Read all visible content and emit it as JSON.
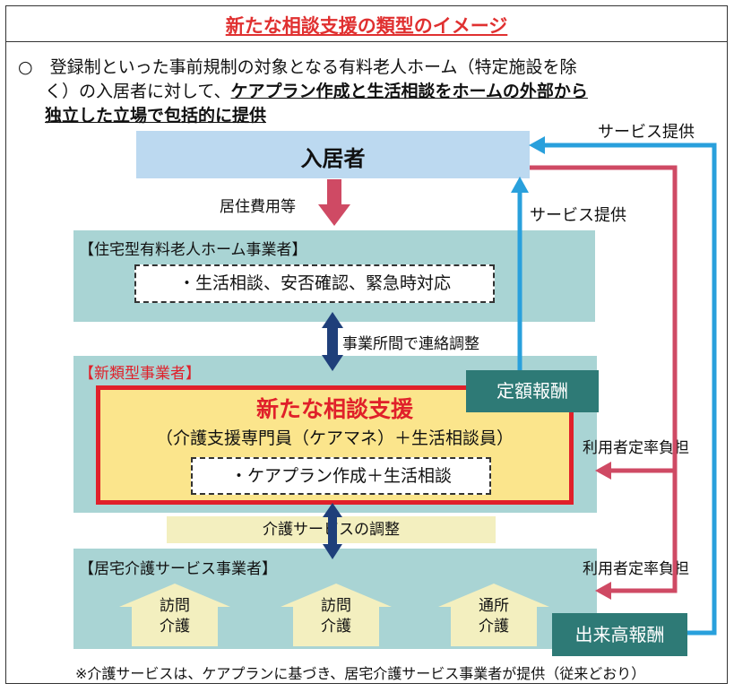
{
  "title": "新たな相談支援の類型のイメージ",
  "intro": {
    "line1": "○　登録制といった事前規制の対象となる有料老人ホーム（特定施設を除",
    "line2_plain": "く）の入居者に対して、",
    "line2_emph": "ケアプラン作成と生活相談をホームの外部から",
    "line3_emph": "独立した立場で包括的に提供"
  },
  "resident": "入居者",
  "arrow_labels": {
    "housing_cost": "居住費用等",
    "service_provide_top": "サービス提供",
    "service_provide_mid": "サービス提供",
    "coordination": "事業所間で連絡調整",
    "copay1": "利用者定率負担",
    "copay2": "利用者定率負担"
  },
  "operator": {
    "label": "【住宅型有料老人ホーム事業者】",
    "duties": "・生活相談、安否確認、緊急時対応"
  },
  "new_type": {
    "label": "【新類型事業者】",
    "heading": "新たな相談支援",
    "staff": "（介護支援専門員（ケアマネ）＋生活相談員）",
    "duties": "・ケアプラン作成＋生活相談",
    "fixed_fee": "定額報酬"
  },
  "adjustment": "介護サービスの調整",
  "home_care": {
    "label": "【居宅介護サービス事業者】",
    "services": [
      "訪問\n介護",
      "訪問\n介護",
      "通所\n介護"
    ],
    "volume_fee": "出来高報酬"
  },
  "footnote": "※介護サービスは、ケアプランに基づき、居宅介護サービス事業者が提供（従来どおり）",
  "colors": {
    "red": "#e0202a",
    "blue": "#29a0dc",
    "pink": "#cf4a64",
    "navy": "#1f3f7a",
    "teal": "#a9d4d4",
    "dark_teal": "#2e7a76",
    "light_blue": "#bcd9f0",
    "yellow": "#fbe58c"
  }
}
